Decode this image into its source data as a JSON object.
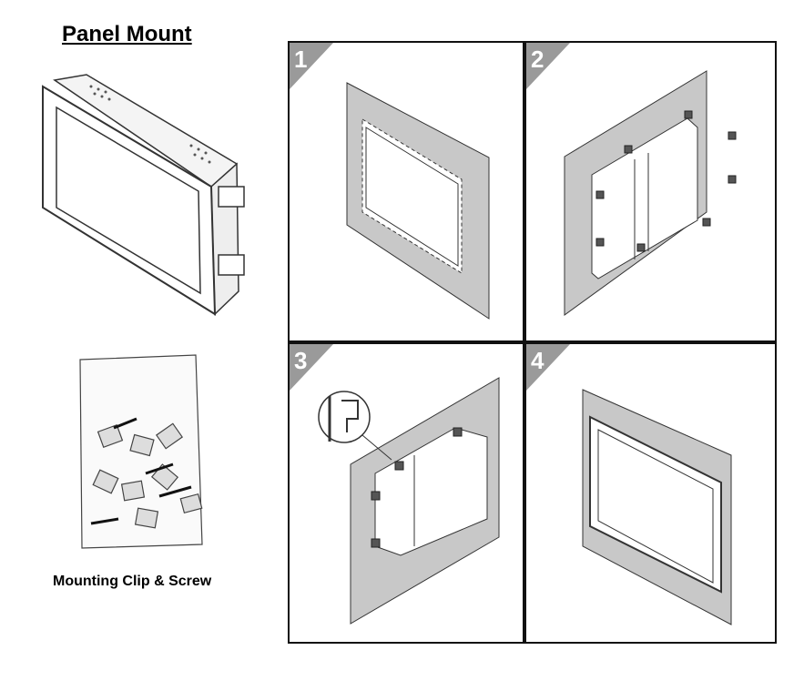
{
  "title": "Panel Mount",
  "caption": "Mounting Clip & Screw",
  "steps": [
    {
      "number": "1"
    },
    {
      "number": "2"
    },
    {
      "number": "3"
    },
    {
      "number": "4"
    }
  ],
  "colors": {
    "plate": "#c8c8c8",
    "badge": "#9a9a9a",
    "line": "#222222"
  }
}
